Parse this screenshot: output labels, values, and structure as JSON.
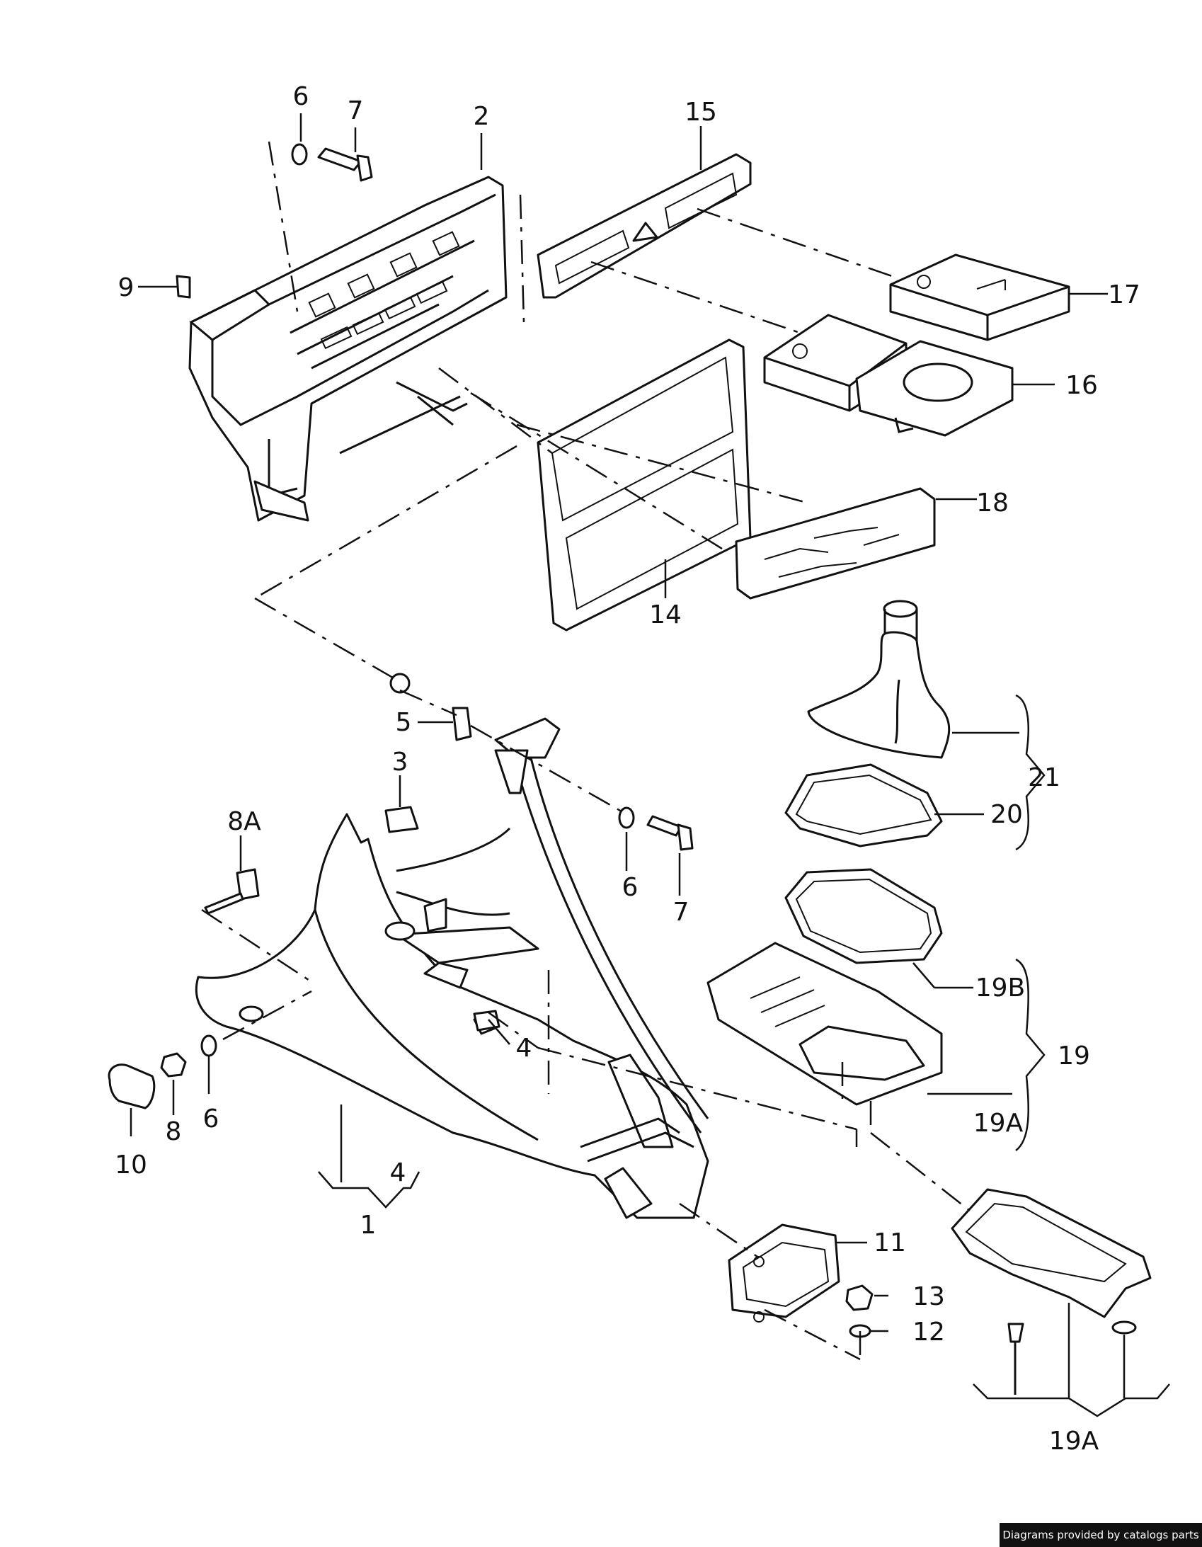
{
  "callouts": {
    "c1": "1",
    "c2": "2",
    "c3": "3",
    "c4a": "4",
    "c4b": "4",
    "c5": "5",
    "c6a": "6",
    "c6b": "6",
    "c6c": "6",
    "c7a": "7",
    "c7b": "7",
    "c8": "8",
    "c8a": "8A",
    "c9": "9",
    "c10": "10",
    "c11": "11",
    "c12": "12",
    "c13": "13",
    "c14": "14",
    "c15": "15",
    "c16": "16",
    "c17": "17",
    "c18": "18",
    "c19": "19",
    "c19a_top": "19A",
    "c19a_bottom": "19A",
    "c19b": "19B",
    "c20": "20",
    "c21": "21"
  },
  "footer": {
    "credit": "Diagrams provided by catalogs parts"
  },
  "colors": {
    "ink": "#111111",
    "paper": "#ffffff",
    "footer_bg": "#111111",
    "footer_text": "#ffffff"
  }
}
